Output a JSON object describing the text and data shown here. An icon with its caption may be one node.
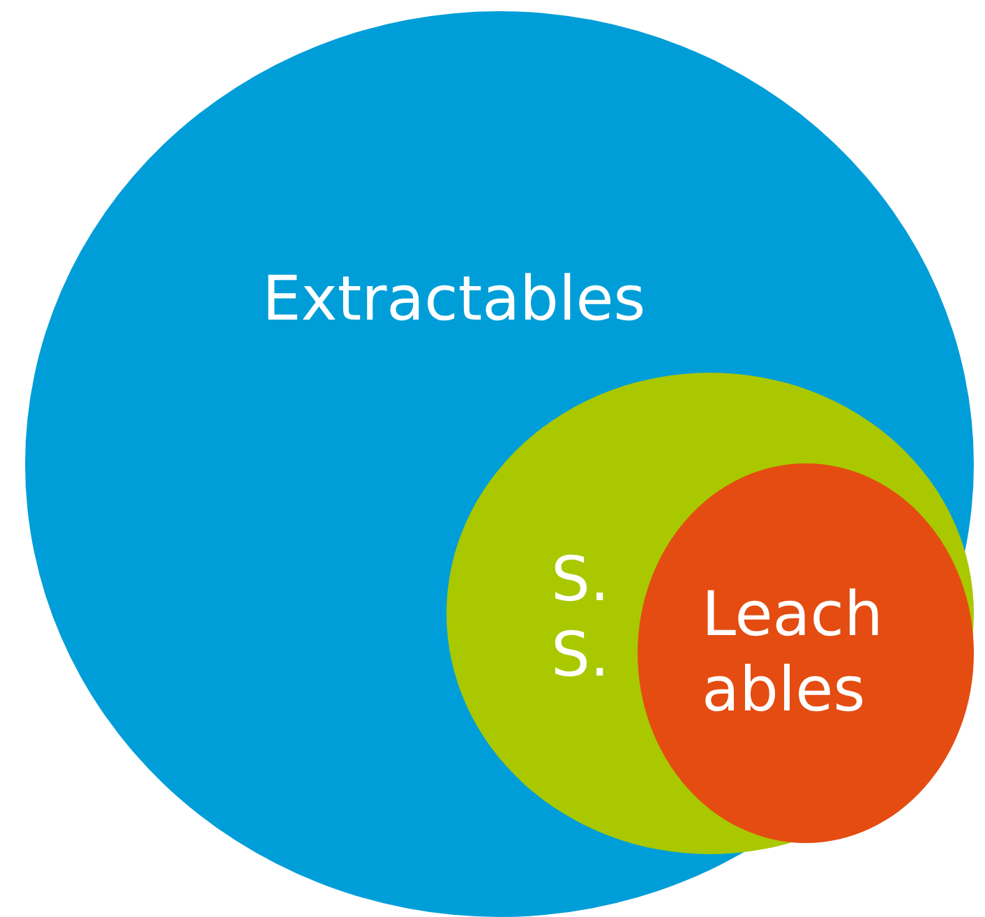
{
  "diagram": {
    "nodes": [
      {
        "text": [
          "Extractables"
        ]
      },
      {
        "text": [
          "S. S."
        ],
        "in": 0
      },
      {
        "text": [
          "Leach ables"
        ],
        "in": 1
      }
    ],
    "edges": []
  }
}
